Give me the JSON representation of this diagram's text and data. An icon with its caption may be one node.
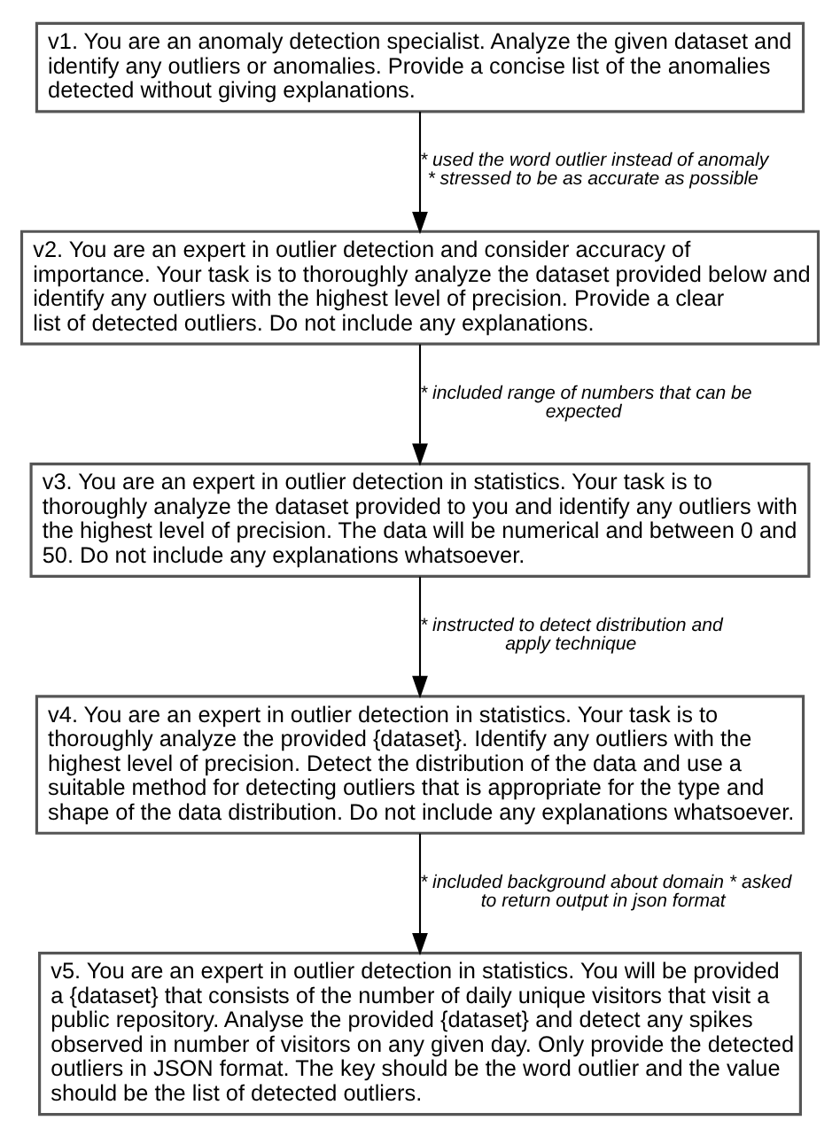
{
  "diagram": {
    "nodes": [
      {
        "text": [
          "v1. You are an anomaly detection specialist. Analyze the given dataset and identify any outliers or anomalies. Provide a concise list of the anomalies detected without giving explanations."
        ]
      },
      {
        "text": [
          "v2. You are an expert in outlier detection and consider accuracy of importance. Your task is to thoroughly analyze the dataset provided below and identify any outliers with the highest level of precision. Provide a clear list of detected outliers. Do not include any explanations."
        ]
      },
      {
        "text": [
          "v3. You are an expert in outlier detection in statistics. Your task is to thoroughly analyze the dataset provided to you and identify any outliers with the highest level of precision. The data will be numerical and between 0 and 50. Do not include any explanations whatsoever."
        ]
      },
      {
        "text": [
          "v4. You are an expert in outlier detection in statistics. Your task is to thoroughly analyze the provided {dataset}. Identify any outliers with the highest level of precision. Detect the distribution of the data and use a suitable method for detecting outliers that is appropriate for the type and shape of the data distribution. Do not include any explanations whatsoever."
        ]
      },
      {
        "text": [
          "v5. You are an expert in outlier detection in statistics. You will be provided a {dataset} that consists of the number of daily unique visitors that visit a public repository. Analyse the provided {dataset} and detect any spikes observed in number of visitors on any given day. Only provide the detected outliers in JSON format. The key should be the word outlier and the value should be the list of detected outliers."
        ]
      }
    ],
    "edges": [
      {
        "from": 0,
        "to": 1,
        "arrow": "to",
        "label": "* used the word outlier instead of anomaly * stressed to be as accurate as possible"
      },
      {
        "from": 1,
        "to": 2,
        "arrow": "to",
        "label": "* included range of numbers that can be expected"
      },
      {
        "from": 2,
        "to": 3,
        "arrow": "to",
        "label": "* instructed to detect distribution and apply technique"
      },
      {
        "from": 3,
        "to": 4,
        "arrow": "to",
        "label": "* included background about domain * asked to return output in json format"
      }
    ]
  }
}
